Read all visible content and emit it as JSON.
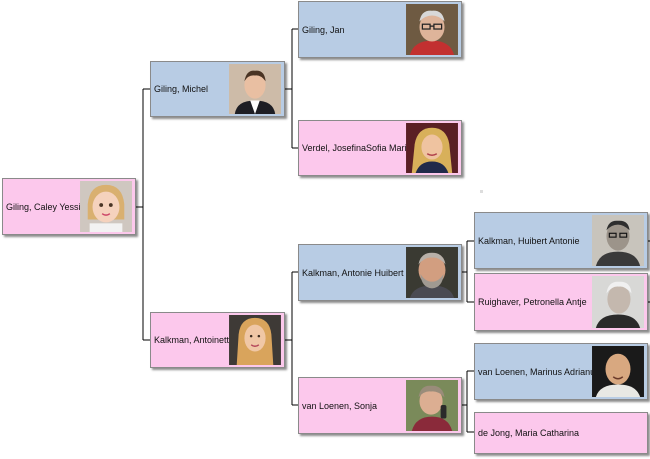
{
  "people": {
    "root": {
      "name": "Giling, Caley Yessie"
    },
    "father": {
      "name": "Giling, Michel"
    },
    "mother": {
      "name": "Kalkman, Antoinette"
    },
    "pat_grandfather": {
      "name": "Giling, Jan"
    },
    "pat_grandmother": {
      "name": "Verdel, JosefinaSofia Maria"
    },
    "mat_grandfather": {
      "name": "Kalkman, Antonie Huibert"
    },
    "mat_grandmother": {
      "name": "van Loenen, Sonja"
    },
    "ggf1": {
      "name": "Kalkman, Huibert Antonie"
    },
    "ggm1": {
      "name": "Ruighaver, Petronella Antje"
    },
    "ggf2": {
      "name": "van Loenen, Marinus Adrianus"
    },
    "ggm2": {
      "name": "de Jong, Maria Catharina"
    }
  },
  "colors": {
    "male": "#b8cce4",
    "female": "#fcc8ec",
    "line": "#000000"
  }
}
